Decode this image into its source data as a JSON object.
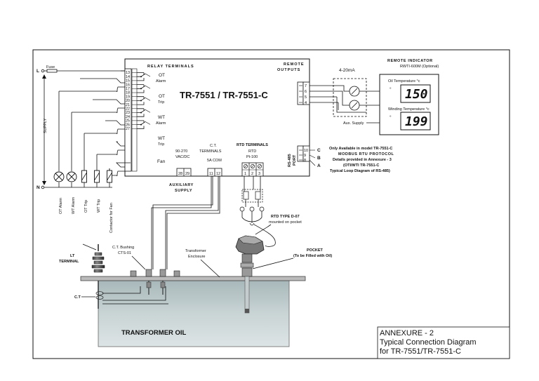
{
  "relay": {
    "heading": "RELAY TERMINALS",
    "groups": [
      {
        "name": "OT",
        "sub": "Alarm",
        "pins": [
          "13",
          "14",
          "15"
        ]
      },
      {
        "name": "OT",
        "sub": "Trip",
        "pins": [
          "16",
          "17",
          "18"
        ]
      },
      {
        "name": "WT",
        "sub": "Alarm",
        "pins": [
          "19",
          "20",
          "21"
        ]
      },
      {
        "name": "WT",
        "sub": "Trip",
        "pins": [
          "22",
          "23",
          "24"
        ]
      },
      {
        "name": "Fan",
        "sub": "",
        "pins": [
          "25",
          "26",
          "27"
        ]
      }
    ]
  },
  "remote_outputs": {
    "line1": "REMOTE",
    "line2": "OUTPUTS",
    "pins": [
      "7",
      "6",
      "5",
      "4"
    ]
  },
  "model": "TR-7551 / TR-7551-C",
  "supply": {
    "voltage": "90-270",
    "type": "VAC/DC",
    "pins": [
      "28",
      "29"
    ],
    "label1": "AUXILIARY",
    "label2": "SUPPLY"
  },
  "ct_terminals": {
    "line1": "C.T.",
    "line2": "TERMINALS",
    "rating": "5A COM",
    "pins": [
      "11",
      "12"
    ]
  },
  "rtd_terminals": {
    "heading": "RTD TERMINALS",
    "line2": "RTD",
    "line3": "Pt-100",
    "pins": [
      "1",
      "2",
      "3"
    ]
  },
  "rs485": {
    "line1": "RS-485",
    "line2": "PORT",
    "pins": [
      "10",
      "9",
      "8"
    ],
    "letters": [
      "C",
      "B",
      "A"
    ]
  },
  "rs485_note": [
    "Only Available in model TR-7551-C",
    "MODBUS RTU PROTOCOL",
    "Details provided in Annexure - 3",
    "(OTI/WTI TR-7551-C",
    "Typical Loop Diagram of RS-485)"
  ],
  "fuse": "Fuse",
  "line_L": "L",
  "line_N": "N",
  "supply_vertical": "SUPPLY",
  "loads": [
    "OT Alarm",
    "WT Alarm",
    "OT Trip",
    "WT Trip",
    "Contactor for Fan"
  ],
  "current_loop": "4-20mA",
  "aux_supply": "Aux. Supply",
  "remote_indicator": {
    "line1": "REMOTE INDICATOR",
    "line2": "RWTI-600M (Optional)",
    "oil_label": "Oil Temperature °c",
    "oil_value": "150",
    "winding_label": "Winding Temperature °c",
    "winding_value": "199",
    "degree": "°"
  },
  "rtd_type": {
    "line1": "RTD TYPE D-07",
    "line2": "mounted on pocket"
  },
  "ct_bushing": {
    "line1": "C.T. Bushing",
    "line2": "CTS-01"
  },
  "lt_terminal": {
    "line1": "LT",
    "line2": "TERMINAL"
  },
  "enclosure": {
    "line1": "Transformer",
    "line2": "Enclosure"
  },
  "pocket": {
    "line1": "POCKET",
    "line2": "(To be Filled with Oil)"
  },
  "ct_label": "C.T",
  "transformer_oil": "TRANSFORMER OIL",
  "annexure": {
    "line1": "ANNEXURE - 2",
    "line2": "Typical Connection Diagram",
    "line3": "for TR-7551/TR-7551-C"
  },
  "colors": {
    "oil_fill": "#b7c5c6",
    "steel": "#555555"
  }
}
